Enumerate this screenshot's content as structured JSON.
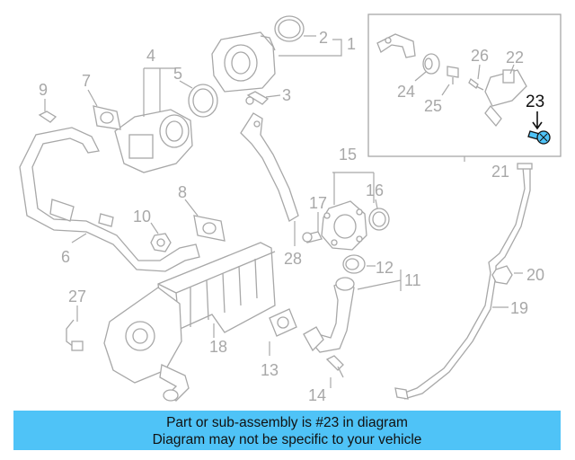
{
  "callouts": {
    "c1": "1",
    "c2": "2",
    "c3": "3",
    "c4": "4",
    "c5": "5",
    "c6": "6",
    "c7": "7",
    "c8": "8",
    "c9": "9",
    "c10": "10",
    "c11": "11",
    "c12": "12",
    "c13": "13",
    "c14": "14",
    "c15": "15",
    "c16": "16",
    "c17": "17",
    "c18": "18",
    "c19": "19",
    "c20": "20",
    "c21": "21",
    "c22": "22",
    "c23": "23",
    "c24": "24",
    "c25": "25",
    "c26": "26",
    "c27": "27",
    "c28": "28"
  },
  "highlight_part": "23",
  "colors": {
    "highlight": "#4fc3f7",
    "banner_bg": "#4fc3f7",
    "line": "#a8a8a8",
    "highlight_text": "#111111"
  },
  "banner": {
    "line1": "Part or sub-assembly is #23 in diagram",
    "line2": "Diagram may not be specific to your vehicle"
  }
}
